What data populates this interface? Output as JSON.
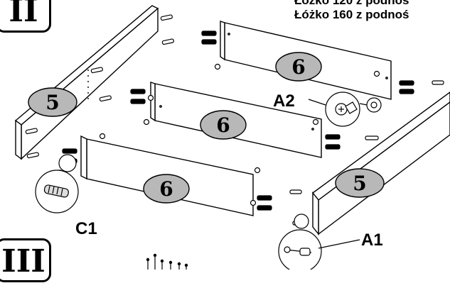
{
  "steps": {
    "current": "II",
    "next": "III"
  },
  "title_lines": [
    "Łóżko 120 z podnos",
    "Łóżko 160 z podnoś"
  ],
  "panels": {
    "side_left": "5",
    "side_right": "5",
    "cross_top": "6",
    "cross_middle": "6",
    "cross_bottom": "6"
  },
  "callouts": {
    "a2": "A2",
    "a1": "A1",
    "c1": "C1"
  },
  "colors": {
    "badge_fill": "#b8b8b8",
    "line": "#000000",
    "panel_fill": "#ffffff"
  }
}
